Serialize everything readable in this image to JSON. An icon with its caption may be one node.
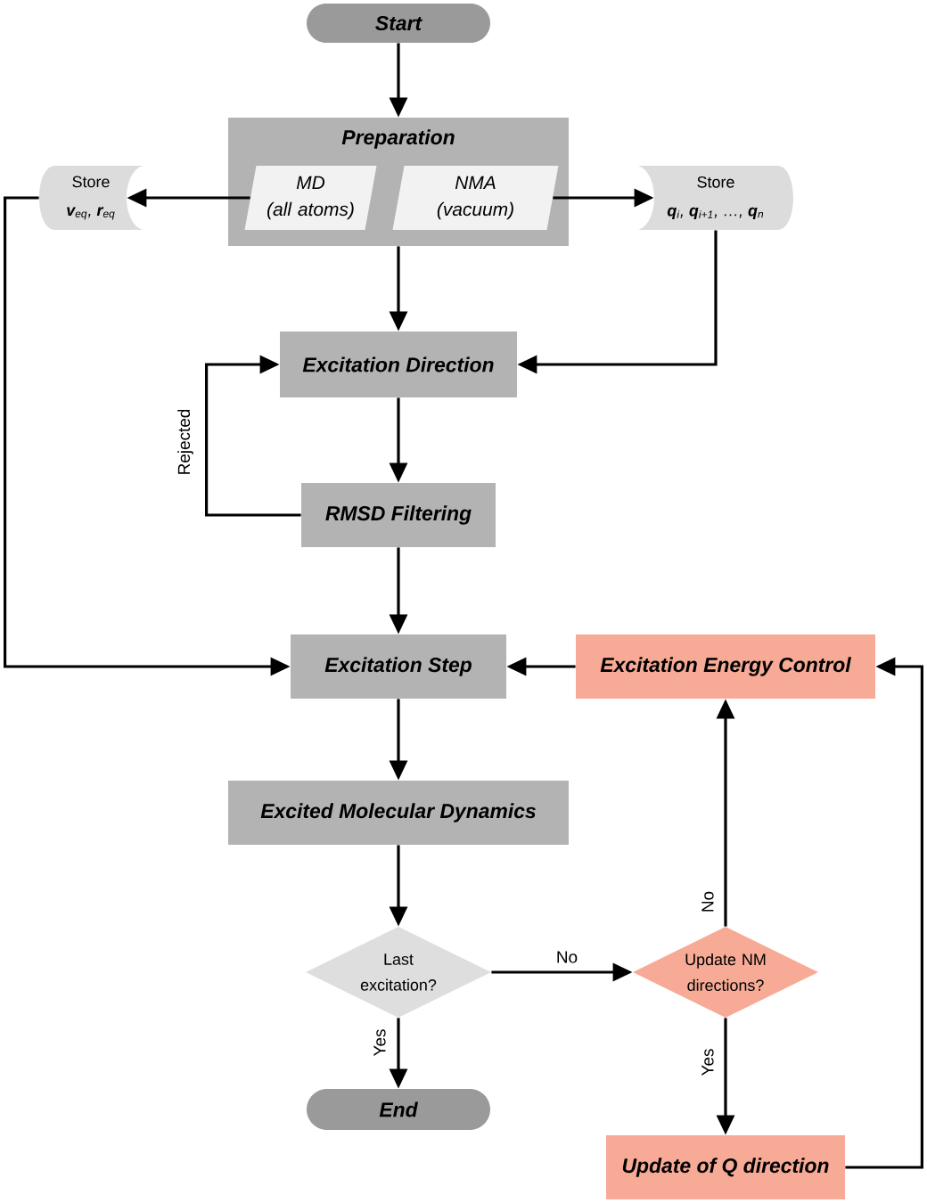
{
  "diagram": {
    "nodes": [
      {
        "text": [
          "Start"
        ]
      },
      {
        "text": [
          "Preparation"
        ]
      },
      {
        "text": [
          "MD (all atoms)"
        ],
        "in": 1
      },
      {
        "text": [
          "NMA (vacuum)"
        ],
        "in": 1
      },
      {
        "text": [
          "Store",
          "**v**$_{eq}$, **r**$_{eq}$"
        ]
      },
      {
        "text": [
          "Store",
          "**q**$_{i}$, **q**$_{i+1}$, …, **q**$_{n}$"
        ]
      },
      {
        "text": [
          "Excitation Direction"
        ]
      },
      {
        "text": [
          "RMSD Filtering"
        ]
      },
      {
        "text": [
          "Excitation Step"
        ]
      },
      {
        "text": [
          "Excitation Energy Control"
        ]
      },
      {
        "text": [
          "Excited Molecular Dynamics"
        ]
      },
      {
        "text": [
          "Last excitation?"
        ]
      },
      {
        "text": [
          "Update NM directions?"
        ]
      },
      {
        "text": [
          "End"
        ]
      },
      {
        "text": [
          "Update of Q direction"
        ]
      }
    ],
    "edges": [
      {
        "from": 0,
        "to": 1,
        "arrow": "to"
      },
      {
        "from": 2,
        "to": 4,
        "arrow": "to"
      },
      {
        "from": 3,
        "to": 5,
        "arrow": "to"
      },
      {
        "from": 1,
        "to": 6,
        "arrow": "to"
      },
      {
        "from": 5,
        "to": 6,
        "arrow": "to"
      },
      {
        "from": 6,
        "to": 7,
        "arrow": "to"
      },
      {
        "from": 7,
        "to": 6,
        "arrow": "to",
        "label": "Rejected"
      },
      {
        "from": 4,
        "to": 8,
        "arrow": "to"
      },
      {
        "from": 7,
        "to": 8,
        "arrow": "to"
      },
      {
        "from": 9,
        "to": 8,
        "arrow": "to"
      },
      {
        "from": 8,
        "to": 10,
        "arrow": "to"
      },
      {
        "from": 10,
        "to": 11,
        "arrow": "to"
      },
      {
        "from": 11,
        "to": 13,
        "arrow": "to",
        "label": "Yes"
      },
      {
        "from": 11,
        "to": 12,
        "arrow": "to",
        "label": "No"
      },
      {
        "from": 12,
        "to": 9,
        "arrow": "to",
        "label": "No"
      },
      {
        "from": 12,
        "to": 14,
        "arrow": "to",
        "label": "Yes"
      },
      {
        "from": 14,
        "to": 9,
        "arrow": "to"
      }
    ]
  }
}
